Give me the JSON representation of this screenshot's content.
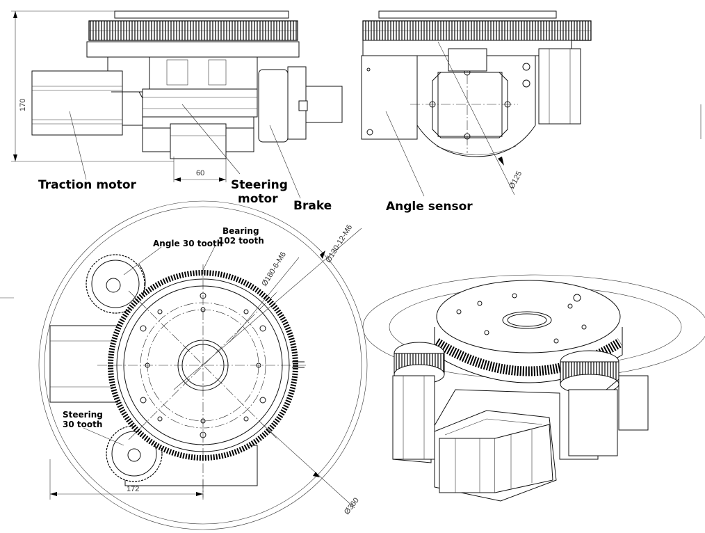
{
  "labels": {
    "traction_motor": "Traction motor",
    "steering_motor_1": "Steering",
    "steering_motor_2": "motor",
    "brake": "Brake",
    "angle_sensor": "Angle sensor",
    "angle_gear": "Angle 30 tooth",
    "bearing_1": "Bearing",
    "bearing_2": "102 tooth",
    "steering_gear_1": "Steering",
    "steering_gear_2": "30 tooth"
  },
  "dimensions": {
    "height_170": "170",
    "width_60": "60",
    "dia_125": "Ø125",
    "dia_180": "Ø180-6-M6",
    "dia_130": "Ø130-12-M6",
    "dia_360": "Ø360",
    "width_172": "172"
  }
}
